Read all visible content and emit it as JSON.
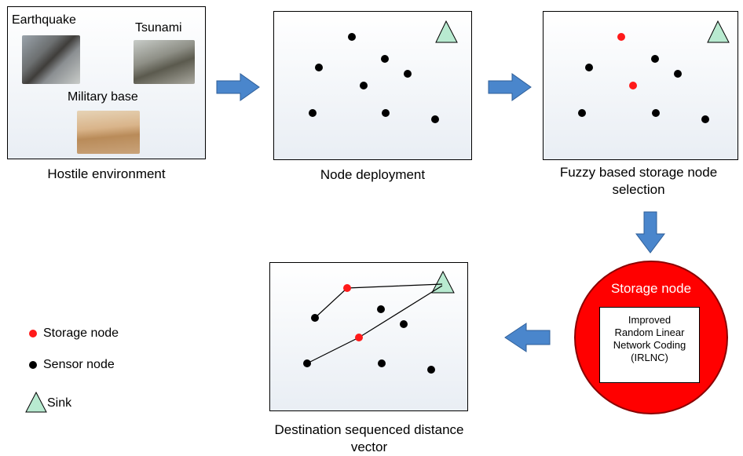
{
  "panels": {
    "hostile": {
      "caption": "Hostile environment",
      "earthquake": "Earthquake",
      "tsunami": "Tsunami",
      "military": "Military base"
    },
    "deployment": {
      "caption": "Node deployment"
    },
    "fuzzy": {
      "caption_line1": "Fuzzy based storage node",
      "caption_line2": "selection"
    },
    "dsdv": {
      "caption_line1": "Destination sequenced distance",
      "caption_line2": "vector"
    }
  },
  "storage_circle": {
    "title": "Storage node",
    "box_line1": "Improved",
    "box_line2": "Random Linear",
    "box_line3": "Network Coding",
    "box_line4": "(IRLNC)"
  },
  "legend": {
    "storage": "Storage node",
    "sensor": "Sensor node",
    "sink": "Sink"
  },
  "colors": {
    "storage_node": "#ff1a1a",
    "sensor_node": "#000000",
    "sink_fill": "#b8ead0",
    "arrow": "#4a86cc",
    "circle": "#ff0000"
  }
}
